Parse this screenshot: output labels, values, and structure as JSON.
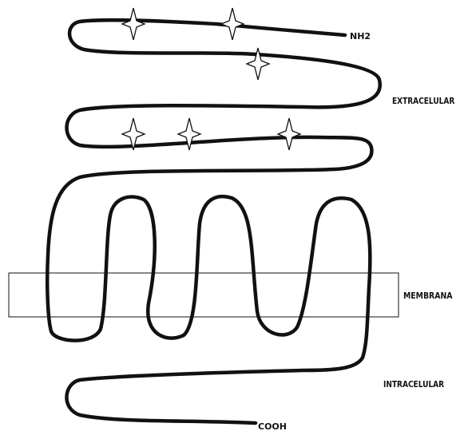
{
  "labels": {
    "nh2": "NH2",
    "extracelular": "EXTRACELULAR",
    "membrana": "MEMBRANA",
    "intracelular": "INTRACELULAR",
    "cooh": "COOH"
  },
  "colors": {
    "chain": "#111111",
    "membrane_stroke": "#111111",
    "star_stroke": "#111111",
    "star_fill": "#ffffff"
  },
  "glycosylation_sites": 6,
  "transmembrane_segments": 7
}
